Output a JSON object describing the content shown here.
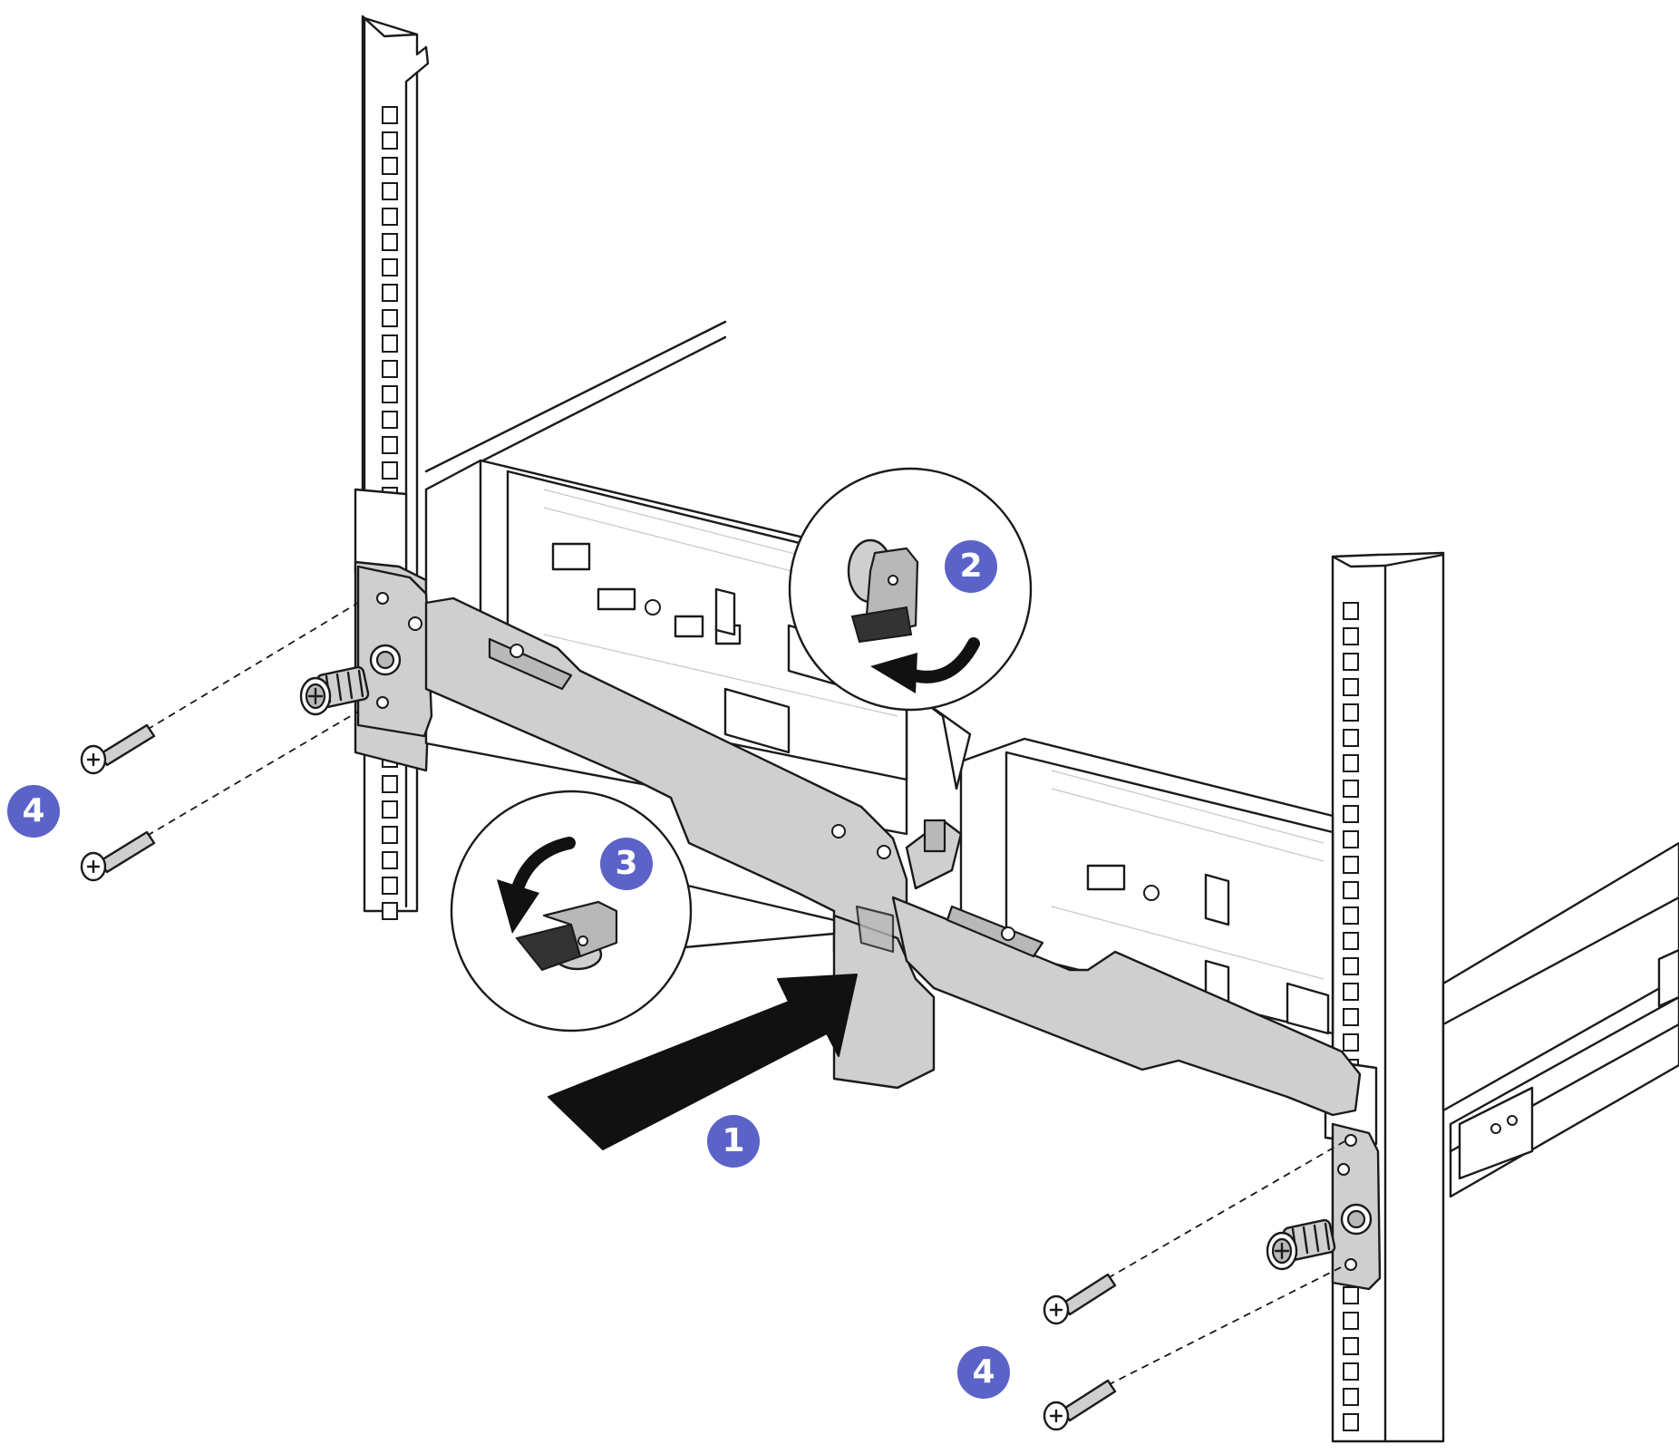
{
  "colors": {
    "callout": "#5b63c9",
    "metal": "#cfcfcf",
    "outline": "#1a1a1a",
    "arrow": "#111111"
  },
  "callouts": [
    {
      "id": "step-1",
      "label": "1"
    },
    {
      "id": "step-2",
      "label": "2"
    },
    {
      "id": "step-3",
      "label": "3"
    },
    {
      "id": "step-4-left",
      "label": "4"
    },
    {
      "id": "step-4-right",
      "label": "4"
    }
  ],
  "icons": {
    "push_arrow": "push-arrow-icon",
    "rotate_arrow_2": "rotate-clockwise-arrow-icon",
    "rotate_arrow_3": "rotate-counterclockwise-arrow-icon",
    "latch": "latch-icon",
    "screw": "screw-icon",
    "thumbscrew": "thumbscrew-icon"
  }
}
